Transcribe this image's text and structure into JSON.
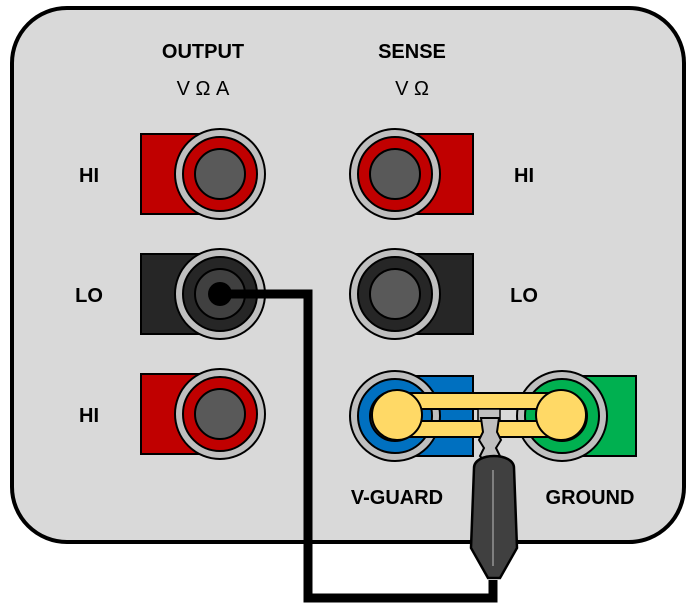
{
  "labels": {
    "output_title": "OUTPUT",
    "output_units": "V Ω A",
    "sense_title": "SENSE",
    "sense_units": "V Ω",
    "left_hi_top": "HI",
    "left_lo": "LO",
    "left_hi_bottom": "HI",
    "right_hi": "HI",
    "right_lo": "LO",
    "vguard": "V-GUARD",
    "ground": "GROUND"
  },
  "colors": {
    "panel": "#d9d9d9",
    "red": "#c00000",
    "black": "#262626",
    "blue": "#0070c0",
    "green": "#00b050",
    "yellow": "#ffd966",
    "wire": "#000000"
  }
}
